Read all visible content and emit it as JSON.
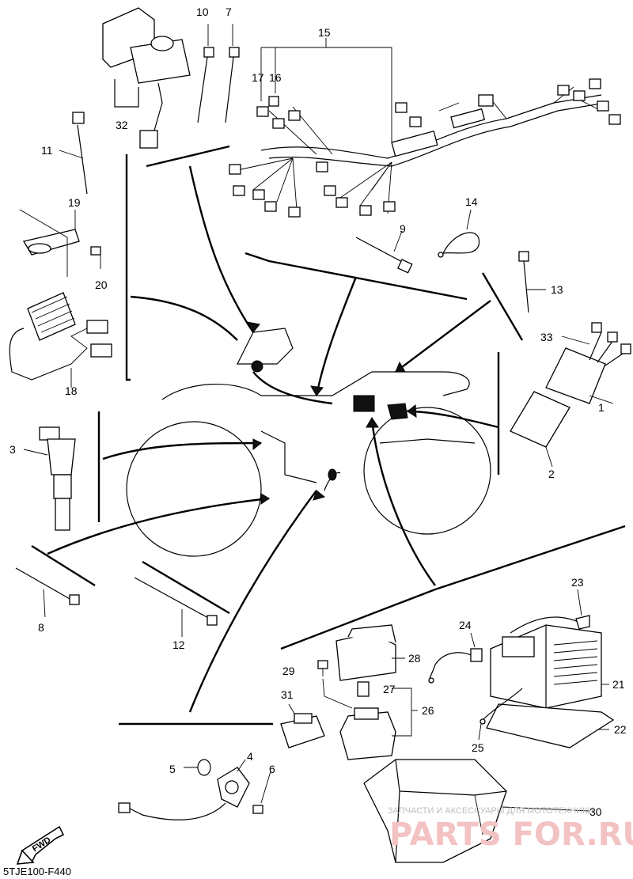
{
  "diagram": {
    "code": "5TJE100-F440",
    "fwd_label": "FWD",
    "watermark_text": "ЗАПЧАСТИ И АКСЕССУАРЫ ДЛЯ МОТОТЕХНИКИ",
    "watermark_logo": "PARTS FOR.RU",
    "callouts": {
      "c1": "1",
      "c2": "2",
      "c3": "3",
      "c4": "4",
      "c5": "5",
      "c6": "6",
      "c7": "7",
      "c8": "8",
      "c9": "9",
      "c10": "10",
      "c11": "11",
      "c12": "12",
      "c13": "13",
      "c14": "14",
      "c15": "15",
      "c16": "16",
      "c17": "17",
      "c18": "18",
      "c19": "19",
      "c20": "20",
      "c21": "21",
      "c22": "22",
      "c23": "23",
      "c24": "24",
      "c25": "25",
      "c26": "26",
      "c27": "27",
      "c28": "28",
      "c29": "29",
      "c30": "30",
      "c31": "31",
      "c32": "32",
      "c33": "33"
    }
  }
}
